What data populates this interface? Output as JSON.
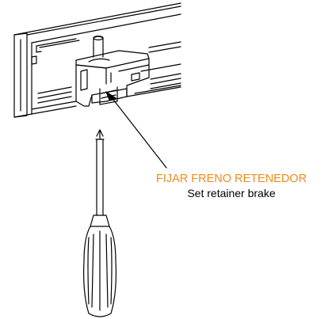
{
  "illustration": {
    "subject": "screwdriver-and-retainer-brake-illustration",
    "line_color": "#000000",
    "background_color": "#ffffff"
  },
  "callout": {
    "label_spanish": "FIJAR FRENO RETENEDOR",
    "label_english": "Set retainer brake",
    "spanish_color": "#f08a1c",
    "english_color": "#000000"
  }
}
